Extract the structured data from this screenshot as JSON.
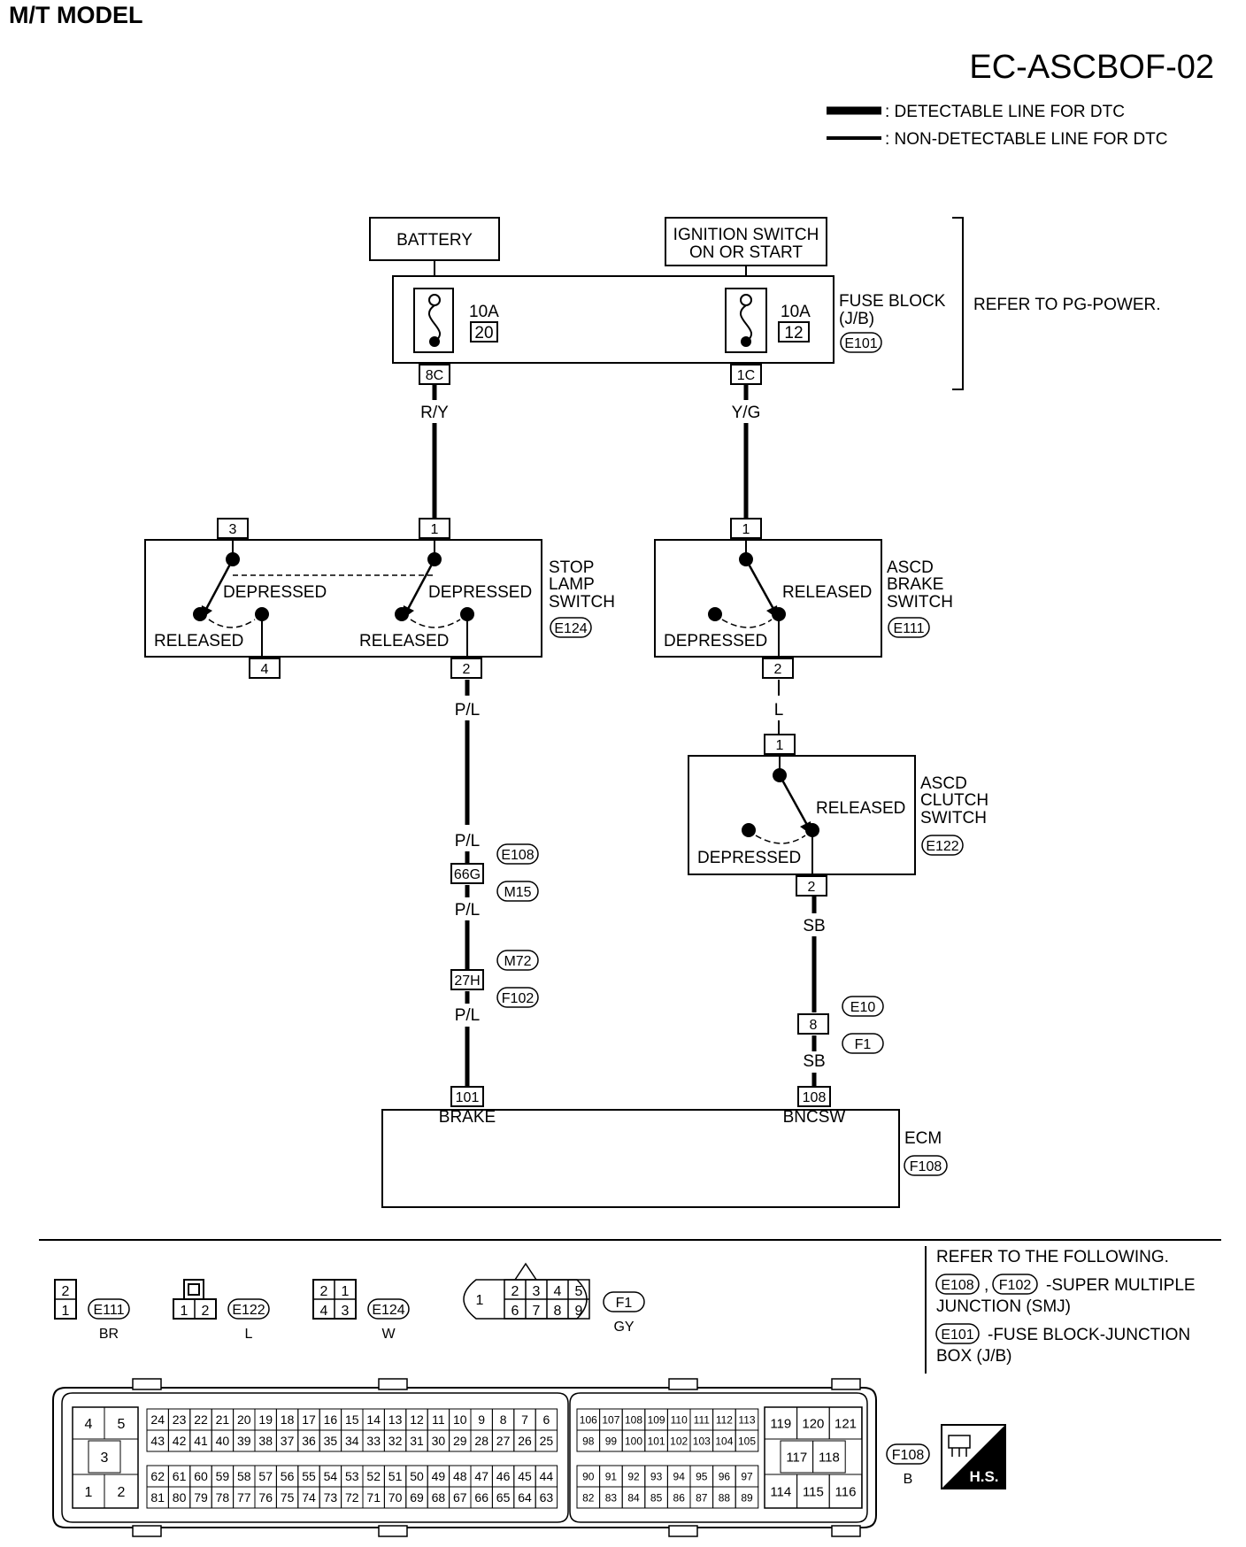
{
  "header": {
    "model": "M/T MODEL",
    "code": "EC-ASCBOF-02",
    "legend": [
      {
        "label": ": DETECTABLE LINE FOR DTC"
      },
      {
        "label": ": NON-DETECTABLE LINE FOR DTC"
      }
    ]
  },
  "power": {
    "battery": "BATTERY",
    "ignition_line1": "IGNITION SWITCH",
    "ignition_line2": "ON OR START",
    "fuse_left_amp": "10A",
    "fuse_left_no": "20",
    "fuse_right_amp": "10A",
    "fuse_right_no": "12",
    "fuse_block_line1": "FUSE BLOCK",
    "fuse_block_line2": "(J/B)",
    "fuse_block_conn": "E101",
    "refer_power": "REFER TO PG-POWER.",
    "term_left": "8C",
    "term_right": "1C",
    "wire_left": "R/Y",
    "wire_right": "Y/G"
  },
  "stop_lamp": {
    "name_line1": "STOP",
    "name_line2": "LAMP",
    "name_line3": "SWITCH",
    "conn": "E124",
    "pin3": "3",
    "pin1": "1",
    "pin4": "4",
    "pin2": "2",
    "depressed": "DEPRESSED",
    "released": "RELEASED"
  },
  "ascd_brake": {
    "name_line1": "ASCD",
    "name_line2": "BRAKE",
    "name_line3": "SWITCH",
    "conn": "E111",
    "pin1": "1",
    "pin2": "2",
    "released": "RELEASED",
    "depressed": "DEPRESSED",
    "wire_out": "L"
  },
  "ascd_clutch": {
    "name_line1": "ASCD",
    "name_line2": "CLUTCH",
    "name_line3": "SWITCH",
    "conn": "E122",
    "pin1": "1",
    "pin2": "2",
    "released": "RELEASED",
    "depressed": "DEPRESSED",
    "wire_out": "SB"
  },
  "brake_line": {
    "wire1": "P/L",
    "wire2": "P/L",
    "joint1_term": "66G",
    "joint1_conn_top": "E108",
    "joint1_conn_bot": "M15",
    "wire3": "P/L",
    "joint2_term": "27H",
    "joint2_conn_top": "M72",
    "joint2_conn_bot": "F102",
    "wire4": "P/L"
  },
  "clutch_line": {
    "joint_term": "8",
    "joint_conn_top": "E10",
    "joint_conn_bot": "F1",
    "wire_after": "SB"
  },
  "ecm": {
    "name": "ECM",
    "conn": "F108",
    "pin_brake": "101",
    "pin_brake_label": "BRAKE",
    "pin_bncsw": "108",
    "pin_bncsw_label": "BNCSW"
  },
  "connectors": {
    "e111_name": "E111",
    "e111_color": "BR",
    "e122_name": "E122",
    "e122_color": "L",
    "e124_name": "E124",
    "e124_color": "W",
    "f1_name": "F1",
    "f1_color": "GY",
    "f108_name": "F108",
    "f108_color": "B",
    "e111_pins": [
      "2",
      "1"
    ],
    "e122_pins": [
      "1",
      "2"
    ],
    "e124_pins": [
      "2",
      "1",
      "4",
      "3"
    ],
    "f1_pins": [
      "1",
      "2",
      "3",
      "4",
      "5",
      "6",
      "7",
      "8",
      "9"
    ]
  },
  "refer": {
    "title": "REFER TO THE FOLLOWING.",
    "smj_conn1": "E108",
    "smj_conn2": "F102",
    "smj_text": "-SUPER MULTIPLE",
    "smj_text2": "JUNCTION (SMJ)",
    "jb_conn": "E101",
    "jb_text": "-FUSE BLOCK-JUNCTION",
    "jb_text2": "BOX (J/B)"
  },
  "ecm_connector": {
    "left_block": [
      "4",
      "5",
      "3",
      "1",
      "2"
    ],
    "row_a1": [
      "24",
      "23",
      "22",
      "21",
      "20",
      "19",
      "18",
      "17",
      "16",
      "15",
      "14",
      "13",
      "12",
      "11",
      "10",
      "9",
      "8",
      "7",
      "6"
    ],
    "row_a2": [
      "43",
      "42",
      "41",
      "40",
      "39",
      "38",
      "37",
      "36",
      "35",
      "34",
      "33",
      "32",
      "31",
      "30",
      "29",
      "28",
      "27",
      "26",
      "25"
    ],
    "row_b1": [
      "62",
      "61",
      "60",
      "59",
      "58",
      "57",
      "56",
      "55",
      "54",
      "53",
      "52",
      "51",
      "50",
      "49",
      "48",
      "47",
      "46",
      "45",
      "44"
    ],
    "row_b2": [
      "81",
      "80",
      "79",
      "78",
      "77",
      "76",
      "75",
      "74",
      "73",
      "72",
      "71",
      "70",
      "69",
      "68",
      "67",
      "66",
      "65",
      "64",
      "63"
    ],
    "row_c1": [
      "106",
      "107",
      "108",
      "109",
      "110",
      "111",
      "112",
      "113"
    ],
    "row_c2": [
      "98",
      "99",
      "100",
      "101",
      "102",
      "103",
      "104",
      "105"
    ],
    "row_c3": [
      "90",
      "91",
      "92",
      "93",
      "94",
      "95",
      "96",
      "97"
    ],
    "row_c4": [
      "82",
      "83",
      "84",
      "85",
      "86",
      "87",
      "88",
      "89"
    ],
    "right_block": [
      "119",
      "120",
      "121",
      "117",
      "118",
      "114",
      "115",
      "116"
    ]
  },
  "hs_badge": "H.S."
}
